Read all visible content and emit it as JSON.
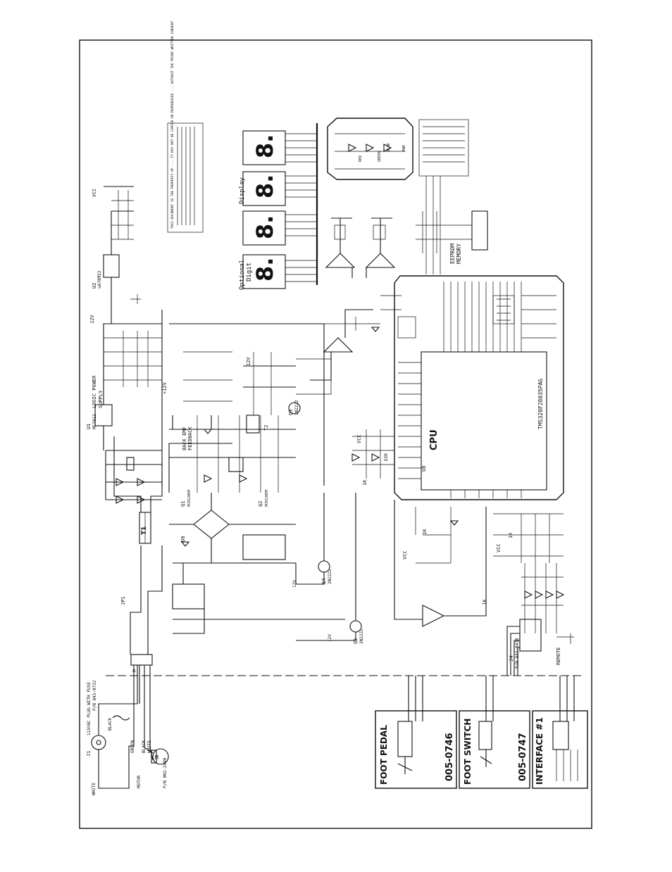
{
  "labels": {
    "plug": "115VAC PLUG WITH FUSE",
    "plug_pn": "P/N 843-0732",
    "j1": "J1",
    "white": "WHITE",
    "black": "BLACK",
    "green": "GREEN",
    "black2": "BLACK",
    "white2": "WHITE",
    "motor": "MOTOR",
    "motor_pn": "P/N 002-2490",
    "jp1": "JP1",
    "t1": "T1",
    "d8": "D8",
    "logic_power": "LOGIC POWER",
    "supply": "SUPPLY",
    "u1": "U1",
    "u1_part": "MC7812",
    "u2": "U2",
    "u2_part": "uA78M33",
    "v12": "12V",
    "vplus12": "+12V",
    "vcc": "VCC",
    "back_emf": "BACK EMF",
    "feedback": "FEEDBACK",
    "q1": "Q1",
    "q1_part": "MCR1206M",
    "q2": "Q2",
    "q2_part": "MCR1206M",
    "q3": "Q3",
    "q3_part": "2N2222",
    "q4": "Q4",
    "q4_part": "2N2222",
    "q5": "Q5",
    "q5_part": "2N2222",
    "t2": "T2",
    "optional": "Optional",
    "digit": "Digit",
    "display": "Display",
    "cpu": "CPU",
    "cpu_part": "TMS320F28035PAG",
    "u8": "U8",
    "eeprom": "EEPROM",
    "eeprom_sub": "MEMORY",
    "foot_pedal": "FOOT PEDAL",
    "foot_pedal_pn": "005-0746",
    "foot_switch": "FOOT SWITCH",
    "foot_switch_pn": "005-0747",
    "interface": "INTERFACE #1",
    "remote": "REMOTE",
    "j4": "J4",
    "j4_pn": "P/N 843-0438",
    "red": "RED",
    "green_led": "GREEN",
    "blue": "BLUE",
    "pwr": "PWR",
    "dir": "DIR",
    "r1k_a": "1K",
    "r1k_b": "1K",
    "r1k_c": "1K",
    "r1k_d": "1K",
    "note_text": "THIS DOCUMENT IS THE PROPERTY OF ... IT MAY NOT BE COPIED OR REPRODUCED ... WITHOUT THE PRIOR WRITTEN CONSENT"
  },
  "colors": {
    "ink": "#111111",
    "paper": "#ffffff"
  }
}
